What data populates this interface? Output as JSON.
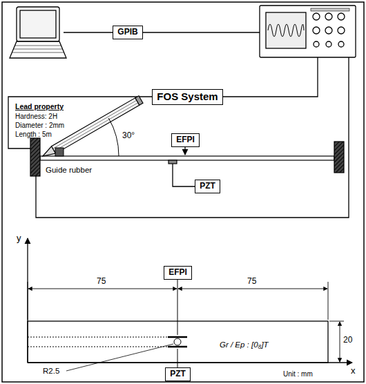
{
  "diagram": {
    "nodes": [
      {
        "text": [
          "GPIB"
        ]
      },
      {
        "text": [
          "FOS System"
        ]
      },
      {
        "text": [
          "EFPI"
        ]
      },
      {
        "text": [
          "PZT"
        ]
      },
      {
        "text": [
          "EFPI"
        ]
      },
      {
        "text": [
          "PZT"
        ]
      }
    ],
    "labels": [
      "Lead property",
      "Hardness: 2H",
      "Diameter : 2mm",
      "Length : 5m",
      "30°",
      "Guide rubber",
      "y",
      "75",
      "75",
      "20",
      "R2.5",
      "Gr / Ep : [0₈]T",
      "Unit : mm",
      "x"
    ]
  }
}
